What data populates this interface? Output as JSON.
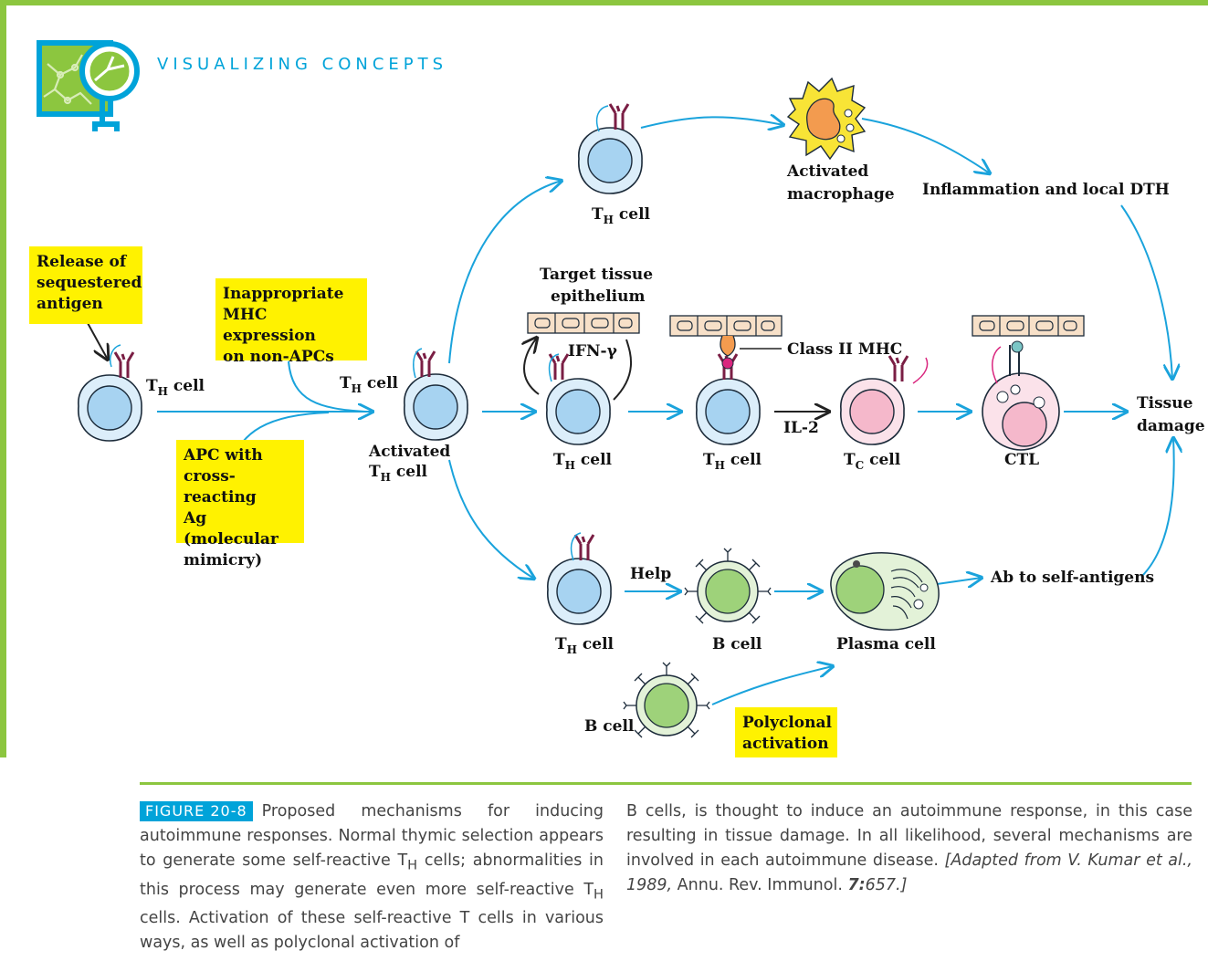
{
  "header": {
    "title": "VISUALIZING CONCEPTS",
    "logo_icon": "magnifier-network-icon"
  },
  "colors": {
    "accent_green": "#8cc63f",
    "accent_blue": "#00a3d9",
    "highlight_yellow": "#fff200",
    "t_cell_fill": "#c9e3f5",
    "b_cell_fill": "#c7e5b5",
    "tc_cell_fill": "#f7c6d4",
    "macrophage_fill": "#f8e436"
  },
  "labels": {
    "release": [
      "Release of",
      "sequestered",
      "antigen"
    ],
    "inappropriate": [
      "Inappropriate",
      "MHC expression",
      "on non-APCs"
    ],
    "apc": [
      "APC with",
      "cross-reacting",
      "Ag (molecular",
      "mimicry)"
    ],
    "polyclonal": [
      "Polyclonal",
      "activation"
    ],
    "th_main": "T",
    "th_sub": "H",
    "cell_word": " cell",
    "tc_sub": "C",
    "activated": "Activated",
    "activated_macrophage": [
      "Activated",
      "macrophage"
    ],
    "inflammation": "Inflammation and local DTH",
    "target_tissue": [
      "Target tissue",
      "epithelium"
    ],
    "ifn": "IFN-γ",
    "class2": "Class II MHC",
    "il2": "IL-2",
    "ctl": "CTL",
    "tissue_damage": [
      "Tissue",
      "damage"
    ],
    "help": "Help",
    "b_cell": "B cell",
    "plasma_cell": "Plasma cell",
    "ab_self": "Ab to self-antigens"
  },
  "caption": {
    "figure_tag": "FIGURE 20-8",
    "left_p1": "Proposed mechanisms for inducing autoimmune responses. Normal thymic selection appears to generate some self-reactive T",
    "left_sub1": "H",
    "left_p2": " cells; abnormalities in this process may generate even more self-reactive T",
    "left_sub2": "H",
    "left_p3": " cells. Activation of these self-reactive T cells in various ways, as well as polyclonal activation of",
    "right_p1": "B cells, is thought to induce an autoimmune response, in this case resulting in tissue damage. In all likelihood, several mechanisms are involved in each autoimmune disease. ",
    "cite_a": "[Adapted from V. Kumar et al., 1989,",
    "cite_b": " Annu. Rev. Immunol. ",
    "cite_c": "7:",
    "cite_d": "657.]"
  }
}
